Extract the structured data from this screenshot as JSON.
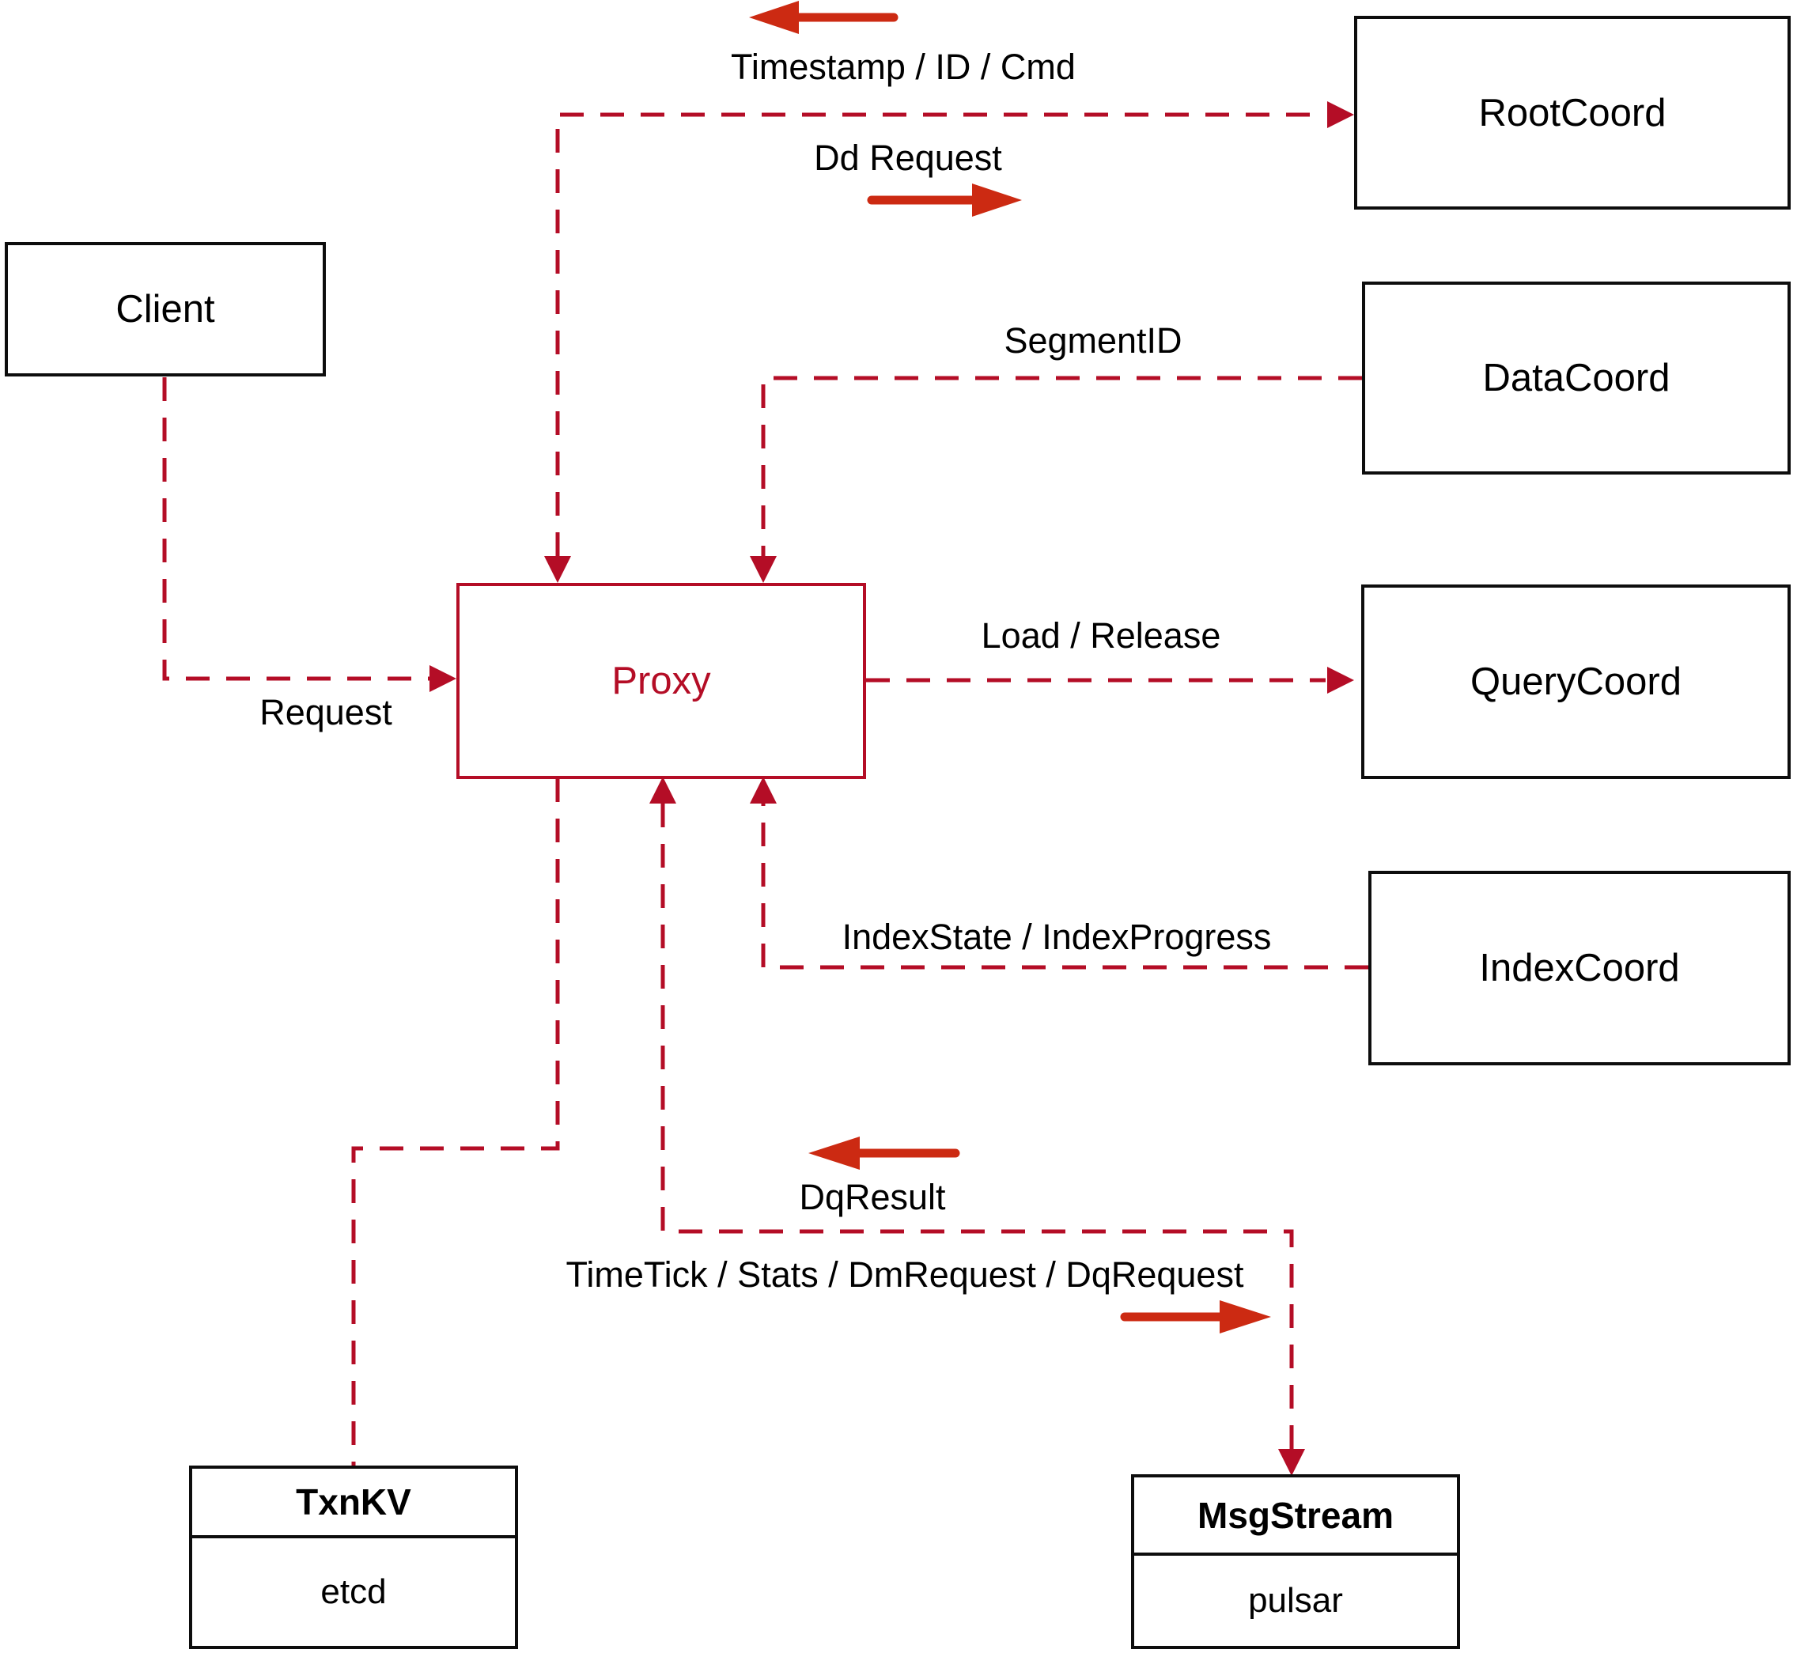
{
  "diagram": {
    "nodes": {
      "client": {
        "label": "Client"
      },
      "root_coord": {
        "label": "RootCoord"
      },
      "data_coord": {
        "label": "DataCoord"
      },
      "query_coord": {
        "label": "QueryCoord"
      },
      "index_coord": {
        "label": "IndexCoord"
      },
      "proxy": {
        "label": "Proxy"
      },
      "txn_kv": {
        "title": "TxnKV",
        "impl": "etcd"
      },
      "msg_stream": {
        "title": "MsgStream",
        "impl": "pulsar"
      }
    },
    "edge_labels": {
      "timestamp_id_cmd": "Timestamp / ID / Cmd",
      "dd_request": "Dd Request",
      "segment_id": "SegmentID",
      "load_release": "Load / Release",
      "request": "Request",
      "index_state": "IndexState / IndexProgress",
      "dq_result": "DqResult",
      "timetick": "TimeTick / Stats / DmRequest / DqRequest"
    },
    "icons": {
      "arrow_left_top": "left-arrow-icon",
      "arrow_right_dd": "right-arrow-icon",
      "arrow_left_dq": "left-arrow-icon",
      "arrow_right_timetick": "right-arrow-icon"
    },
    "colors": {
      "dash": "#b40d26",
      "arrow": "#cc2a12",
      "border": "#0d0d0d",
      "text": "#000000"
    }
  }
}
